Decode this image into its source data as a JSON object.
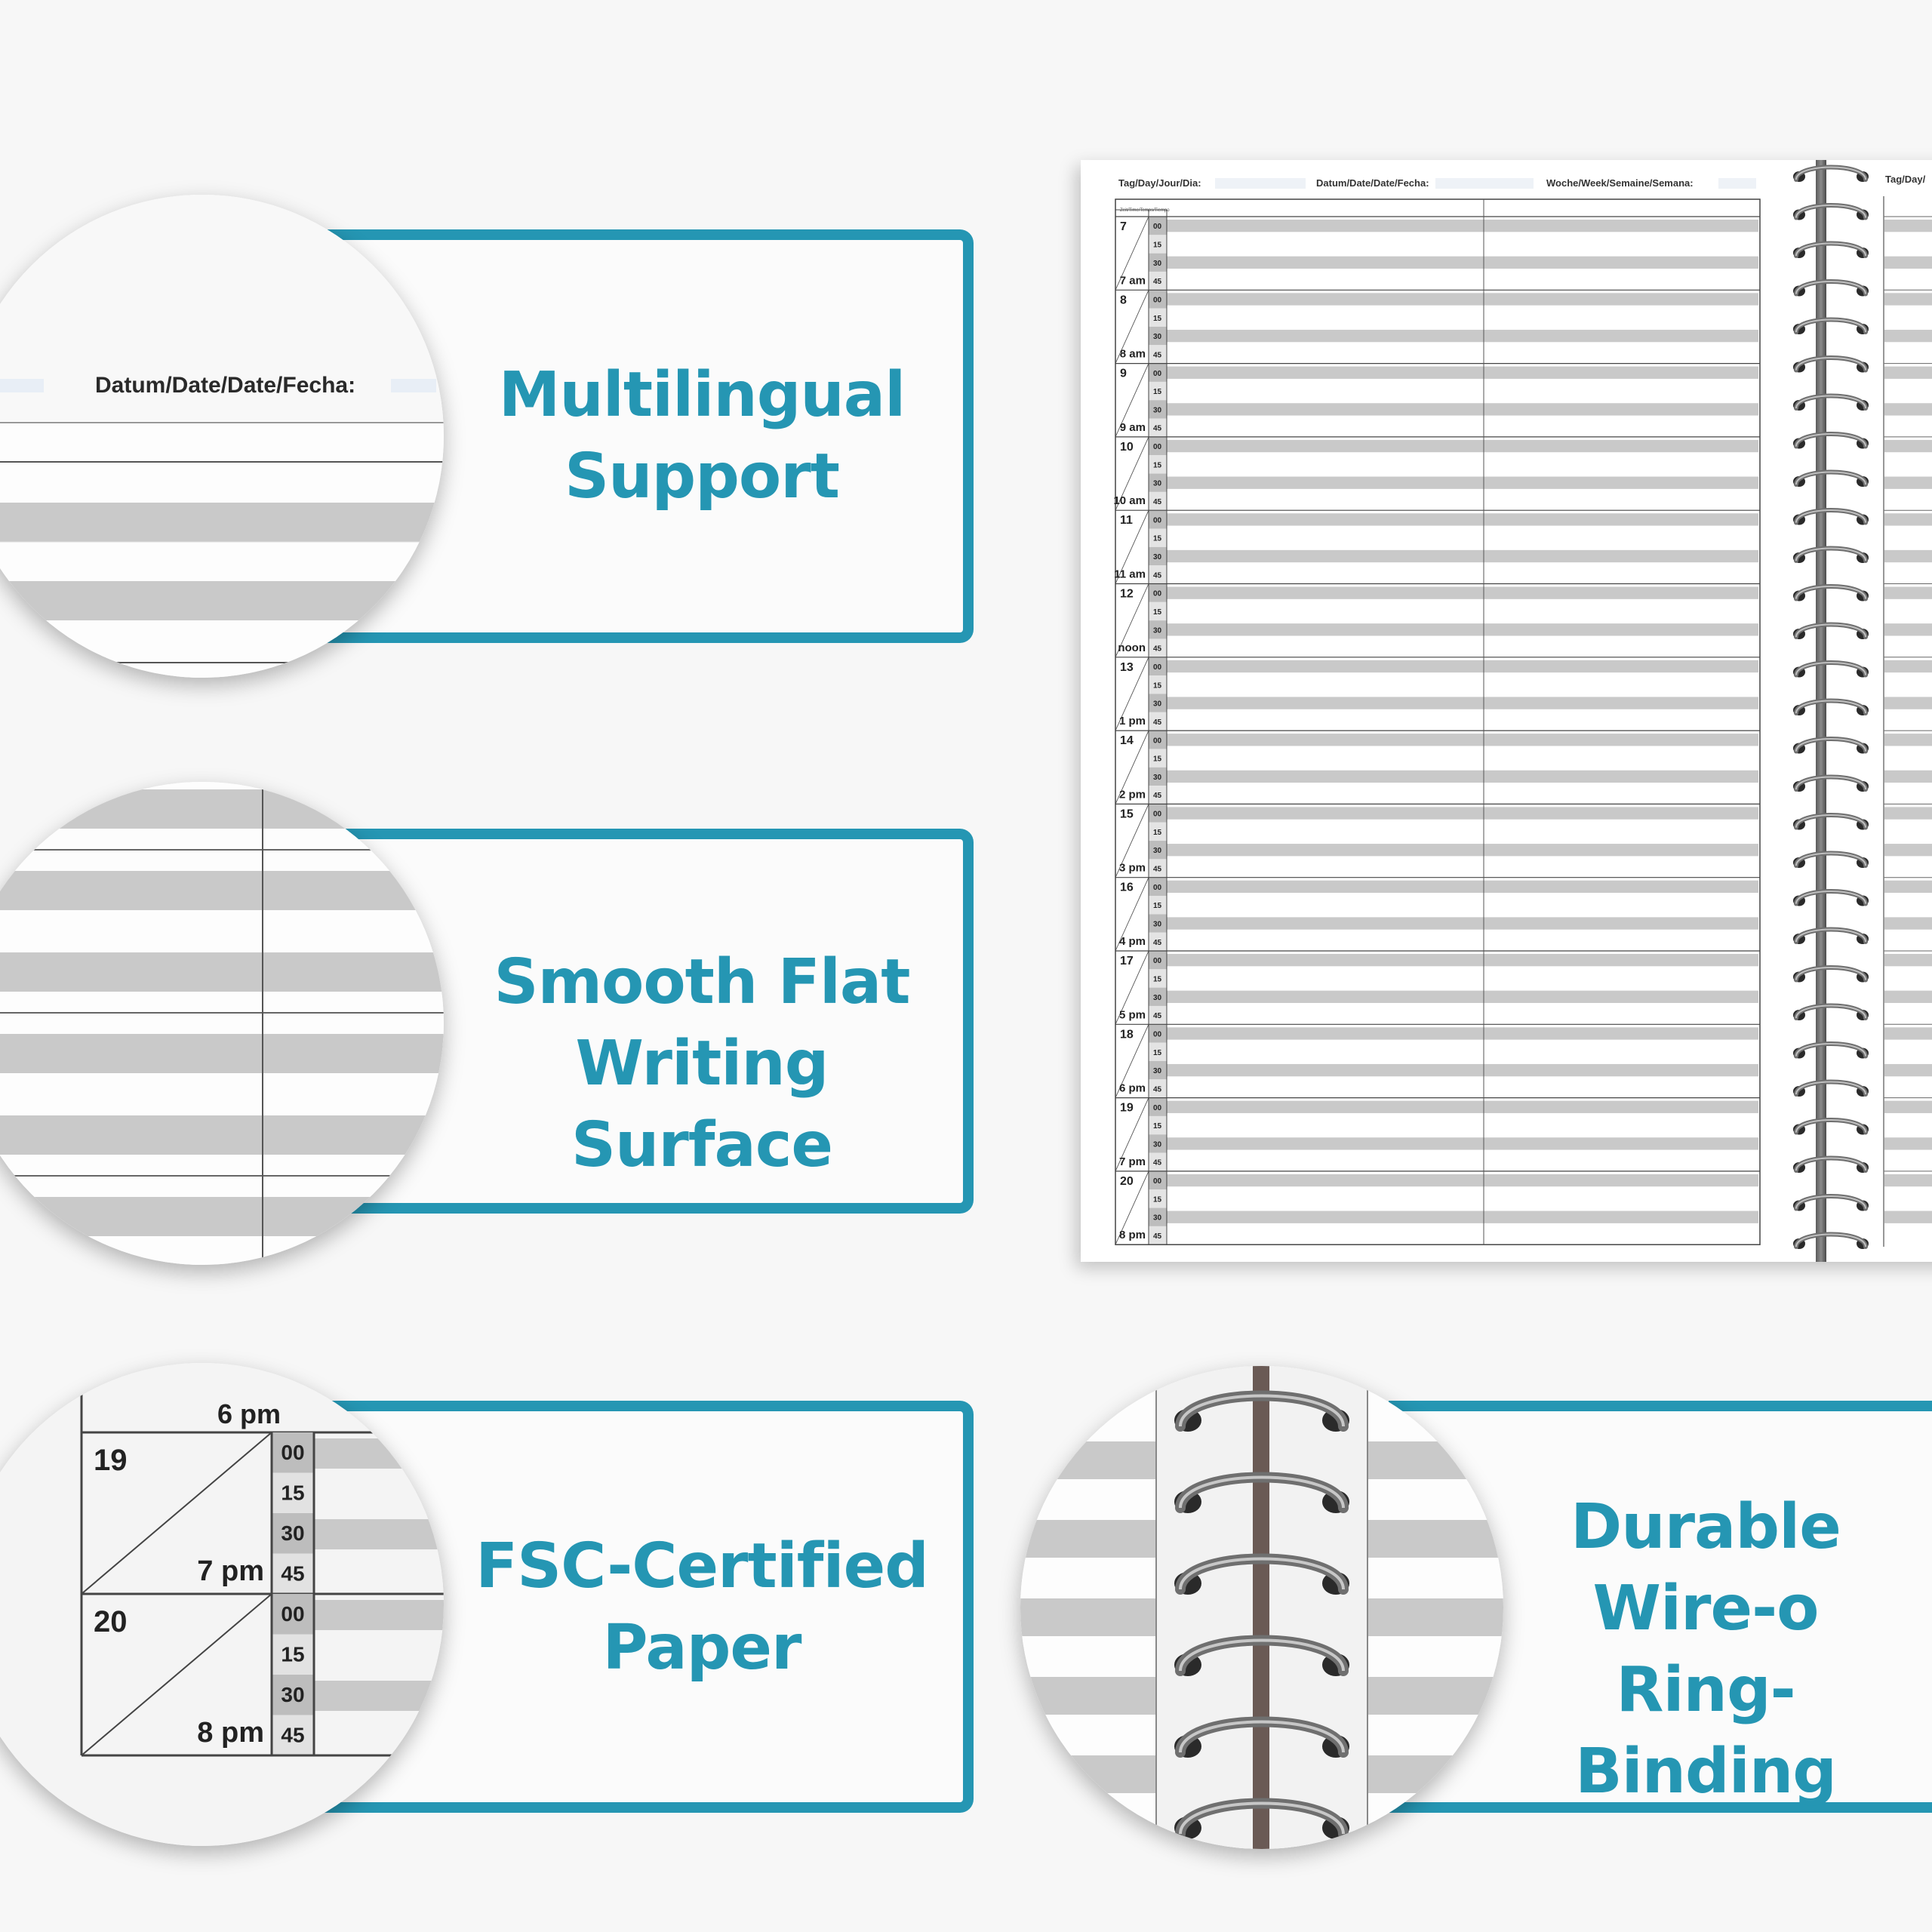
{
  "features": [
    {
      "id": "multilingual",
      "lines": [
        "Multilingual",
        "Support"
      ]
    },
    {
      "id": "smooth",
      "lines": [
        "Smooth Flat",
        "Writing Surface"
      ]
    },
    {
      "id": "fsc",
      "lines": [
        "FSC-Certified",
        "Paper"
      ]
    },
    {
      "id": "durable",
      "lines": [
        "Durable",
        "Wire-o",
        "Ring-Binding"
      ]
    }
  ],
  "planner": {
    "day_label": "Tag/Day/Jour/Dia:",
    "date_label": "Datum/Date/Date/Fecha:",
    "week_label": "Woche/Week/Semaine/Semana:",
    "time_header": "Zeit/Time/Temps/Tiempo",
    "next_page_label": "Tag/Day/",
    "minutes": [
      "00",
      "15",
      "30",
      "45"
    ],
    "hours": [
      {
        "hour": "7",
        "label": "7 am"
      },
      {
        "hour": "8",
        "label": "8 am"
      },
      {
        "hour": "9",
        "label": "9 am"
      },
      {
        "hour": "10",
        "label": "10 am"
      },
      {
        "hour": "11",
        "label": "11 am"
      },
      {
        "hour": "12",
        "label": "noon"
      },
      {
        "hour": "13",
        "label": "1 pm"
      },
      {
        "hour": "14",
        "label": "2 pm"
      },
      {
        "hour": "15",
        "label": "3 pm"
      },
      {
        "hour": "16",
        "label": "4 pm"
      },
      {
        "hour": "17",
        "label": "5 pm"
      },
      {
        "hour": "18",
        "label": "6 pm"
      },
      {
        "hour": "19",
        "label": "7 pm"
      },
      {
        "hour": "20",
        "label": "8 pm"
      }
    ]
  },
  "zoom_fsc": {
    "top_label": "6 pm",
    "rows": [
      {
        "hour": "19",
        "label": "7 pm"
      },
      {
        "hour": "20",
        "label": "8 pm"
      }
    ]
  },
  "colors": {
    "accent": "#2596b3",
    "stripe": "#c9c9c9",
    "ring": "#6f6f6f"
  }
}
